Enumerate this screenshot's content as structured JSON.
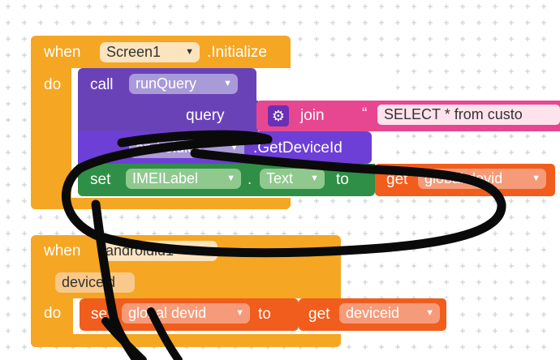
{
  "colors": {
    "event": "#f5a623",
    "procedure": "#6a42b8",
    "android": "#6d3fd6",
    "text_setter": "#2f8f46",
    "variable": "#f15d1c",
    "text_string": "#e74790",
    "pen": "#0a0a0a",
    "grid_dot": "#c9c9c9"
  },
  "block1": {
    "when": "when",
    "component": "Screen1",
    "event": ".Initialize",
    "do": "do",
    "call": "call",
    "procedure": "runQuery",
    "param": "query",
    "join": "join",
    "quote": "“",
    "string_value": "SELECT  * from custo",
    "android_component": "androidid1",
    "android_method": ".GetDeviceId",
    "set": "set",
    "label_component": "IMEILabel",
    "dot": ".",
    "property": "Text",
    "to": "to",
    "get": "get",
    "global_var": "global devid"
  },
  "block2": {
    "when": "when",
    "component": "androidid1",
    "param": "deviceid",
    "do": "do",
    "set": "set",
    "global_var": "global devid",
    "to": "to",
    "get": "get",
    "local_var": "deviceid"
  },
  "icons": {
    "dropdown": "dropdown-arrow-icon",
    "gear": "gear-icon"
  }
}
